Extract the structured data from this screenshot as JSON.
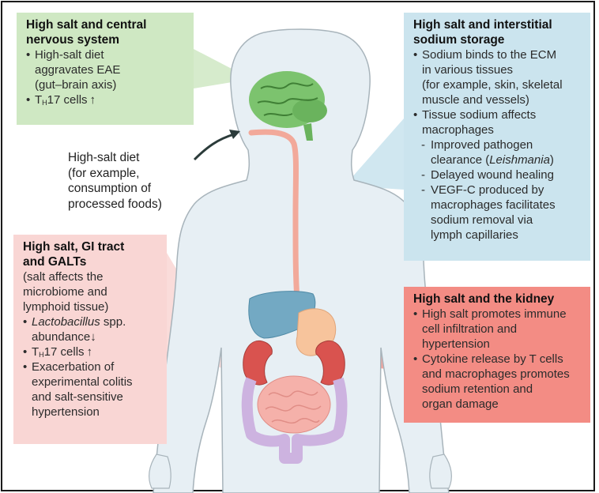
{
  "cns_box": {
    "title": [
      "High salt and central",
      "nervous system"
    ],
    "bullet1": [
      "High-salt diet",
      "aggravates EAE",
      "(gut–brain axis)"
    ],
    "bullet2": {
      "prefix": "T",
      "sub": "H",
      "suffix": "17 cells ↑"
    }
  },
  "diet_label": [
    "High-salt diet",
    "(for example,",
    "consumption of",
    "processed foods)"
  ],
  "interstitial_box": {
    "title": [
      "High salt and interstitial",
      "sodium storage"
    ],
    "bullet1": [
      "Sodium binds to the ECM",
      "in various tissues",
      "(for example, skin, skeletal",
      "muscle and vessels)"
    ],
    "bullet2": [
      "Tissue sodium affects",
      "macrophages"
    ],
    "sub1": {
      "line1": "Improved pathogen",
      "line2_pre": "clearance (",
      "line2_italic": "Leishmania",
      "line2_post": ")"
    },
    "sub2": "Delayed wound healing",
    "sub3": [
      "VEGF-C produced by",
      "macrophages facilitates",
      "sodium removal via",
      "lymph capillaries"
    ]
  },
  "gi_box": {
    "title": [
      "High salt, GI tract",
      "and GALTs"
    ],
    "intro": [
      "(salt affects the",
      "microbiome and",
      "lymphoid tissue)"
    ],
    "bullet1": {
      "italic": "Lactobacillus",
      "rest": " spp.",
      "line2": "abundance↓"
    },
    "bullet2": {
      "prefix": "T",
      "sub": "H",
      "suffix": "17 cells ↑"
    },
    "bullet3": [
      "Exacerbation of",
      "experimental colitis",
      "and salt-sensitive",
      "hypertension"
    ]
  },
  "kidney_box": {
    "title": "High salt and the kidney",
    "bullet1": [
      "High salt promotes immune",
      "cell infiltration and",
      "hypertension"
    ],
    "bullet2": [
      "Cytokine release by T cells",
      "and macrophages promotes",
      "sodium retention and",
      "organ damage"
    ]
  },
  "colors": {
    "cns": "#cfe8c3",
    "interstitial": "#cbe4ee",
    "gi": "#f9d6d4",
    "kidney": "#f38c84",
    "body": "#e7eff4",
    "brain": "#7cc36e",
    "esophagus": "#f2a99a",
    "liver": "#73a9c3",
    "kidney_organ": "#d9534f",
    "intestine": "#f5b1aa",
    "colon": "#cdb3e0"
  }
}
